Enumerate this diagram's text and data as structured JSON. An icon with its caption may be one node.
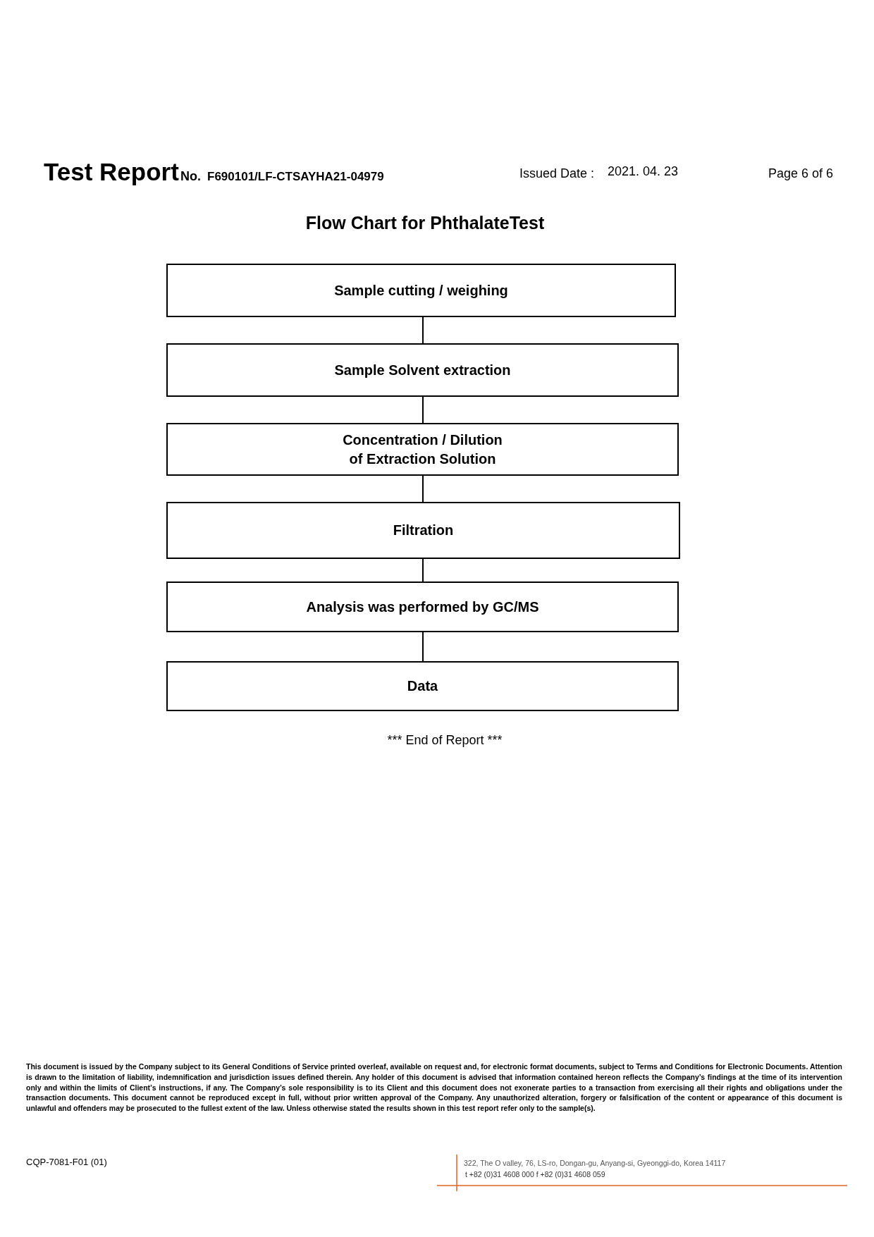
{
  "diagram": {
    "title": "Flow Chart for PhthalateTest",
    "nodes": [
      {
        "text": [
          "Sample cutting / weighing"
        ]
      },
      {
        "text": [
          "Sample Solvent extraction"
        ]
      },
      {
        "text": [
          "Concentration / Dilution of Extraction Solution"
        ]
      },
      {
        "text": [
          "Filtration"
        ]
      },
      {
        "text": [
          "Analysis was performed by GC/MS"
        ]
      },
      {
        "text": [
          "Data"
        ]
      }
    ],
    "edges": [
      {
        "from": 0,
        "to": 1,
        "arrow": "none"
      },
      {
        "from": 1,
        "to": 2,
        "arrow": "none"
      },
      {
        "from": 2,
        "to": 3,
        "arrow": "none"
      },
      {
        "from": 3,
        "to": 4,
        "arrow": "none"
      },
      {
        "from": 4,
        "to": 5,
        "arrow": "none"
      }
    ],
    "labels": [
      "Test Report",
      "No.",
      "F690101/LF-CTSAYHA21-04979",
      "Issued Date :",
      "2021. 04. 23",
      "Page 6 of 6",
      "*** End of Report ***",
      "This document is issued by the Company subject to its General Conditions of Service printed overleaf, available on request and, for electronic format documents, subject to Terms and Conditions for Electronic Documents. Attention is drawn to the limitation of liability, indemnification and jurisdiction issues defined therein. Any holder of this document is advised that information contained hereon reflects the Company’s findings at the time of its intervention only and within the limits of Client’s instructions, if any. The Company’s sole responsibility is to its Client and this document does not exonerate parties to a transaction from exercising all their rights and obligations under the transaction documents. This document cannot be reproduced except in full, without prior written approval of the Company. Any unauthorized alteration, forgery or falsification of the content or appearance of this document is unlawful and offenders may be prosecuted to the fullest extent of the law. Unless otherwise stated the results shown in this test report refer only to the sample(s).",
      "CQP-7081-F01 (01)",
      "322, The O valley, 76, LS-ro, Dongan-gu, Anyang-si, Gyeonggi-do, Korea 14117",
      "t +82 (0)31 4608 000 f +82 (0)31 4608 059"
    ]
  }
}
